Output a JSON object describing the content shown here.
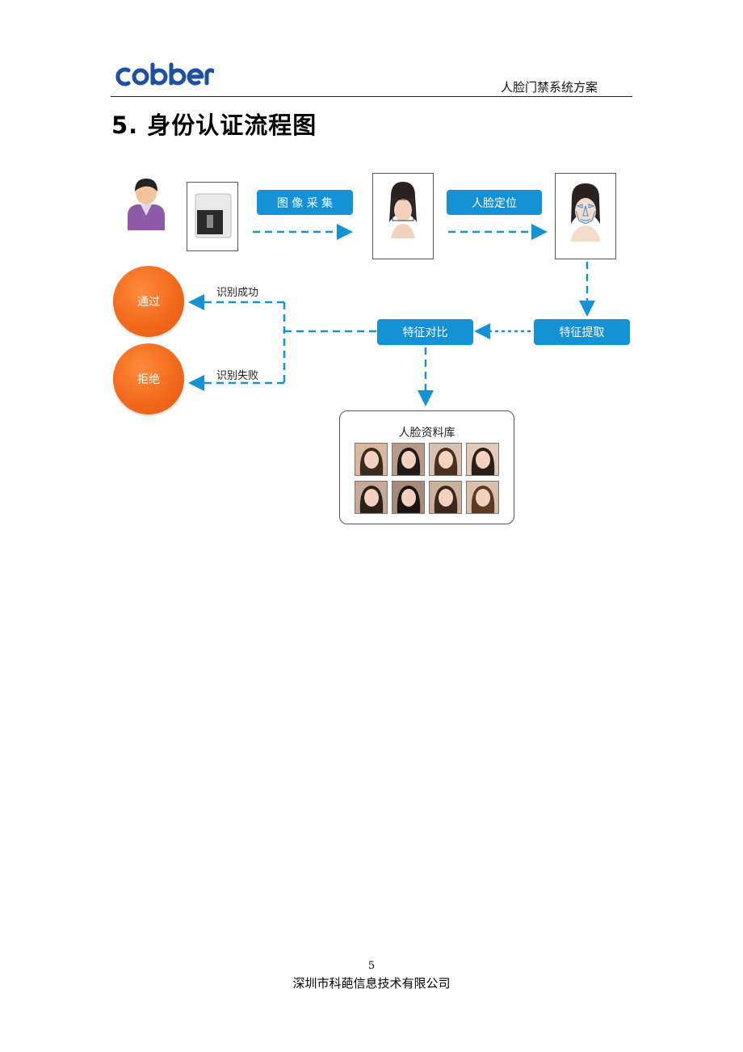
{
  "header": {
    "logo_text": "cobber",
    "doc_title": "人脸门禁系统方案"
  },
  "section": {
    "title": "5. 身份认证流程图"
  },
  "flow": {
    "step_image_capture": "图 像 采 集",
    "step_face_locate": "人脸定位",
    "step_feature_extract": "特征提取",
    "step_feature_compare": "特征对比",
    "database_title": "人脸资料库",
    "result_pass": "通过",
    "result_reject": "拒绝",
    "label_success": "识别成功",
    "label_fail": "识别失败"
  },
  "footer": {
    "page_number": "5",
    "company": "深圳市科葩信息技术有限公司"
  },
  "colors": {
    "step_blue": "#1592d6",
    "result_orange": "#f26a1b",
    "arrow_blue": "#1592d6"
  }
}
